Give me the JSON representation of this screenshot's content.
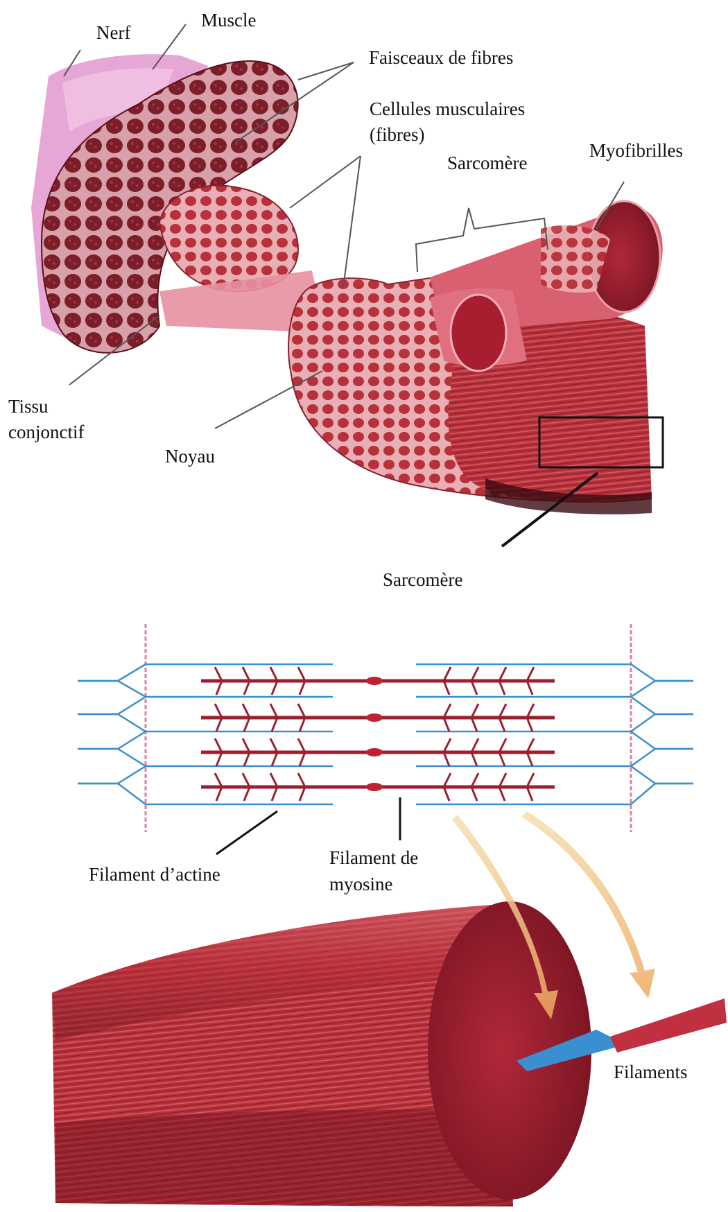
{
  "labels": {
    "nerf": "Nerf",
    "muscle": "Muscle",
    "faisceaux": "Faisceaux de fibres",
    "cellules_line1": "Cellules musculaires",
    "cellules_line2": "(fibres)",
    "sarcomere_top": "Sarcomère",
    "myofibrilles": "Myofibrilles",
    "tissu_line1": "Tissu",
    "tissu_line2": "conjonctif",
    "noyau": "Noyau",
    "sarcomere_mid": "Sarcomère",
    "actine": "Filament d’actine",
    "myosine_line1": "Filament de",
    "myosine_line2": "myosine",
    "filaments": "Filaments"
  },
  "colors": {
    "muscle_red": "#b8303a",
    "muscle_dark": "#6e1a22",
    "muscle_pink": "#e8848c",
    "nerve_pink": "#e6a6d6",
    "actin_blue": "#3a8fd0",
    "myosin_red": "#9a2030",
    "arrow_yellow": "#f0c070"
  }
}
